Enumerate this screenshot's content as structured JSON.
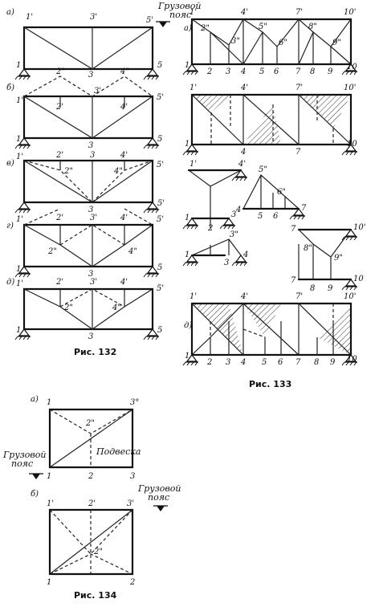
{
  "captions": {
    "fig132": "Рис. 132",
    "fig133": "Рис. 133",
    "fig134": "Рис. 134"
  },
  "text": {
    "gruzovoy": "Грузовой",
    "poyas": "пояс",
    "podveska": "Подвеска"
  },
  "letters": {
    "a": "а)",
    "b": "б)",
    "v": "в)",
    "g": "г)",
    "d": "д)"
  },
  "nodes": {
    "n1": "1",
    "n1p": "1'",
    "n2": "2",
    "n2p": "2'",
    "n2pp": "2\"",
    "n3": "3",
    "n3p": "3'",
    "n3pp": "3\"",
    "n4": "4",
    "n4p": "4'",
    "n4pp": "4\"",
    "n5": "5",
    "n5p": "5'",
    "n5pp": "5\"",
    "n6": "6",
    "n6pp": "6\"",
    "n7": "7",
    "n7p": "7'",
    "n8": "8",
    "n8pp": "8\"",
    "n9": "9",
    "n9pp": "9\"",
    "n10": "10",
    "n10p": "10'",
    "n3deg": "3°"
  }
}
